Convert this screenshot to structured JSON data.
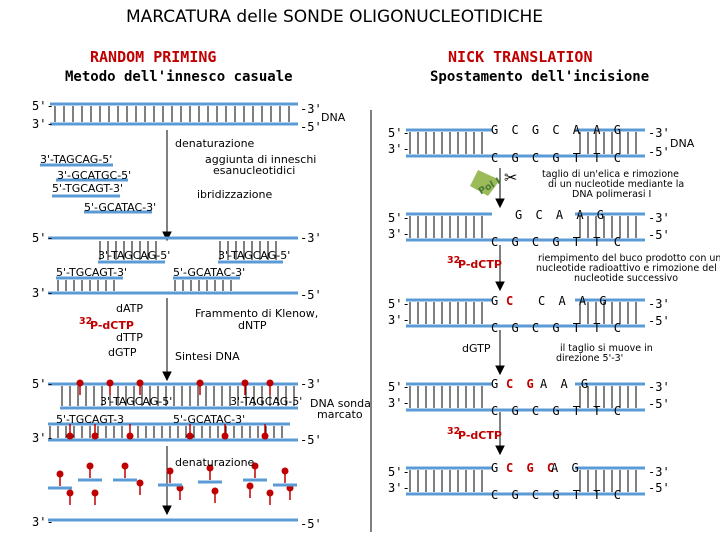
{
  "title": "MARCATURA delle SONDE OLIGONUCLEOTIDICHE",
  "left": {
    "heading": "RANDOM PRIMING",
    "subheading": "Metodo dell'innesco casuale",
    "top_5": "5'-",
    "top_3": "3'-",
    "top_3end": "-3'",
    "top_5end": "-5'",
    "dna": "DNA",
    "denaturazione1": "denaturazione",
    "primers": [
      "3'-TAGCAG-5'",
      "3'-GCATGC-5'",
      "5'-TGCAGT-3'",
      "5'-GCATAC-3'"
    ],
    "aggiunta": "aggiunta di inneschi",
    "esanucleotidici": "esanucleotidici",
    "ibridizzazione": "ibridizzazione",
    "hyb_5": "5'-",
    "hyb_3end": "-3'",
    "hyb_primer_a": "3'-TAGCAG-5'",
    "hyb_primer_b": "3'-TAGCAG-5'",
    "hyb_primer_c": "5'-TGCAGT-3'",
    "hyb_primer_d": "5'-GCATAC-3'",
    "hyb_3": "3'-",
    "hyb_5end": "-5'",
    "datp": "dATP",
    "p32dctp_sup": "32",
    "p32dctp": "P-dCTP",
    "dttp": "dTTP",
    "dgtp": "dGTP",
    "klenow": "Frammento di Klenow,",
    "dntp": "dNTP",
    "sintesi": "Sintesi DNA",
    "syn_5": "5'-",
    "syn_3end": "-3'",
    "syn_primer_a": "3'-TAGCAG-5'",
    "syn_primer_b": "3'-TAGCAG-5'",
    "syn_primer_c": "5'-TGCAGT-3",
    "syn_primer_d": "5'-GCATAC-3'",
    "syn_3": "3'-",
    "syn_5end": "-5'",
    "sonda": "DNA sonda",
    "marcato": "marcato",
    "denaturazione2": "denaturazione",
    "bot_3": "3'-",
    "bot_5end": "-5'"
  },
  "right": {
    "heading": "NICK TRANSLATION",
    "subheading": "Spostamento dell'incisione",
    "r1_5": "5'-",
    "r1_3": "3'-",
    "r1_top": "G C G C A A G",
    "r1_bot": "C G C G T T C",
    "r1_3end": "-3'",
    "r1_5end": "-5'",
    "dna": "DNA",
    "taglio": [
      "taglio di un'elica e rimozione",
      "di un nucleotide mediante la",
      "DNA polimerasi I"
    ],
    "pol": "Pol I",
    "r2_5": "5'-",
    "r2_3": "3'-",
    "r2_top": "G C A A G",
    "r2_bot": "C G C G T T C",
    "r2_3end": "-3'",
    "r2_5end": "-5'",
    "riempimento": [
      "riempimento del buco prodotto con un",
      "nucleotide radioattivo e rimozione del",
      "nucleotide successivo"
    ],
    "dctp_sup": "32",
    "dctp": "P-dCTP",
    "r3_5": "5'-",
    "r3_3": "3'-",
    "r3_top_a": "G",
    "r3_top_b": "C",
    "r3_top_c": "C A A G",
    "r3_bot": "C G C G T T C",
    "r3_3end": "-3'",
    "r3_5end": "-5'",
    "dgtp": "dGTP",
    "taglio_muove": [
      "il taglio si muove in",
      "direzione 5'-3'"
    ],
    "r4_5": "5'-",
    "r4_3": "3'-",
    "r4_top_a": "G",
    "r4_top_b": "C G",
    "r4_top_c": "A A G",
    "r4_bot": "C G C G T T C",
    "r4_3end": "-3'",
    "r4_5end": "-5'",
    "dctp2_sup": "32",
    "dctp2": "P-dCTP",
    "r5_5": "5'-",
    "r5_3": "3'-",
    "r5_top_a": "G",
    "r5_top_b": "C G C",
    "r5_top_c": "A G",
    "r5_bot": "C G C G T T C",
    "r5_3end": "-3'",
    "r5_5end": "-5'"
  },
  "colors": {
    "strand": "#5b9bd5",
    "label": "#4a7a3a",
    "red": "#c00000"
  }
}
